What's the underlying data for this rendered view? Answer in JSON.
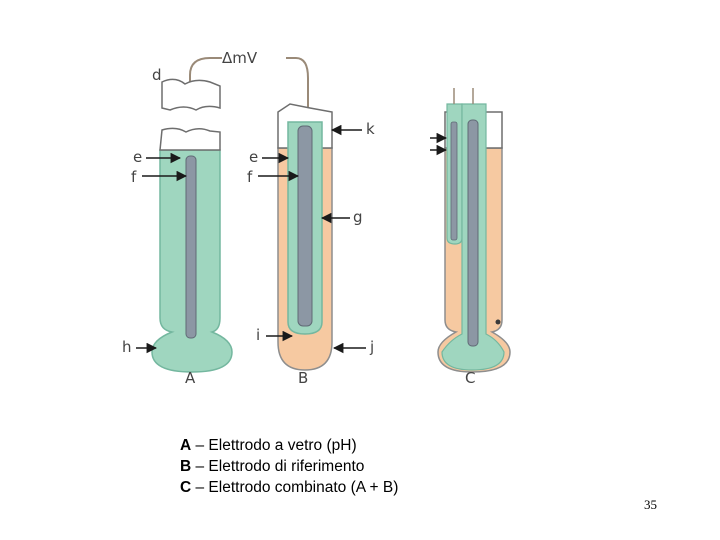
{
  "diagram": {
    "meter_label": "ΔmV",
    "part_labels": {
      "d": "d",
      "e_a": "e",
      "f_a": "f",
      "h": "h",
      "e_b": "e",
      "f_b": "f",
      "k": "k",
      "g": "g",
      "i": "i",
      "j": "j"
    },
    "electrode_letters": {
      "a": "A",
      "b": "B",
      "c": "C"
    },
    "colors": {
      "glass_fill": "#9fd6bf",
      "glass_stroke": "#74b79f",
      "reference_fill": "#f6c9a1",
      "rod": "#8c97a4",
      "arrow": "#1a1a1a"
    }
  },
  "legend": {
    "items": [
      {
        "key": "A",
        "text": " – Elettrodo a vetro (pH)"
      },
      {
        "key": "B",
        "text": " – Elettrodo di riferimento"
      },
      {
        "key": "C",
        "text": " – Elettrodo combinato (A + B)"
      }
    ]
  },
  "slide_number": "35"
}
